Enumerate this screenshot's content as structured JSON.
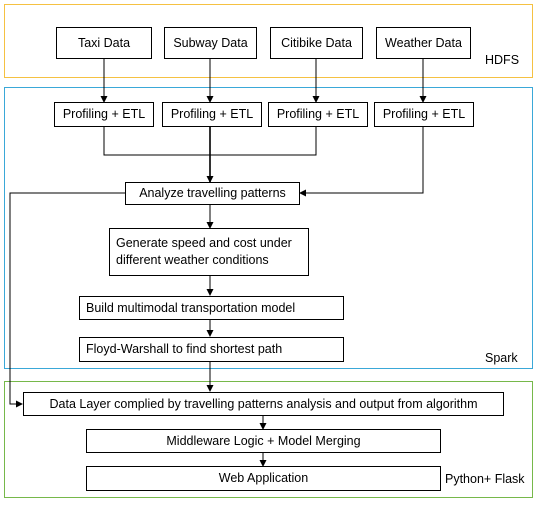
{
  "regions": {
    "hdfs": {
      "label": "HDFS",
      "color": "#f5c142"
    },
    "spark": {
      "label": "Spark",
      "color": "#3aa8d8"
    },
    "flask": {
      "label": "Python+ Flask",
      "color": "#76b84a"
    }
  },
  "sources": [
    "Taxi Data",
    "Subway Data",
    "Citibike Data",
    "Weather Data"
  ],
  "etl": [
    "Profiling + ETL",
    "Profiling + ETL",
    "Profiling + ETL",
    "Profiling + ETL"
  ],
  "spark_steps": {
    "analyze": "Analyze travelling patterns",
    "speed_cost": "Generate speed and cost under different weather conditions",
    "multimodal": "Build multimodal transportation model",
    "floyd": "Floyd-Warshall to find shortest path"
  },
  "flask_steps": {
    "data_layer": "Data Layer complied by travelling patterns analysis and output from algorithm",
    "middleware": "Middleware Logic + Model Merging",
    "webapp": "Web Application"
  }
}
